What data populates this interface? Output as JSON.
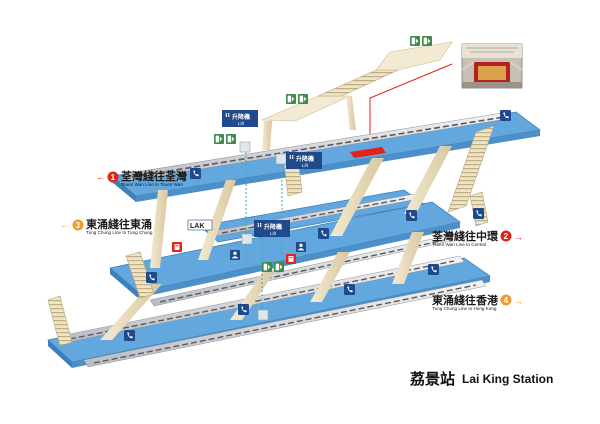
{
  "station_title": {
    "chinese": "荔景站",
    "english": "Lai King Station"
  },
  "direction_signs": {
    "tsuen_wan": {
      "number": "1",
      "chinese": "荃灣綫往荃灣",
      "english": "Tsuen Wan Line to Tsuen Wan",
      "color": "#e2231a"
    },
    "tung_chung": {
      "number": "3",
      "chinese": "東涌綫往東涌",
      "english": "Tung Chung Line to Tung Chung",
      "color": "#f39a2f"
    },
    "central": {
      "number": "2",
      "chinese": "荃灣綫往中環",
      "english": "Tsuen Wan Line to Central",
      "color": "#e2231a"
    },
    "hong_kong": {
      "number": "4",
      "chinese": "東涌綫往香港",
      "english": "Tung Chung Line to Hong Kong",
      "color": "#f39a2f"
    }
  },
  "lift_label": {
    "chinese": "升降機",
    "english": "Lift"
  },
  "exit_code": "LAK",
  "colors": {
    "platform": "#62a8df",
    "platform_edge": "#3f7fb8",
    "structure": "#e9dcb8",
    "sign_blue": "#1f4a8c",
    "exit_green": "#3f8c4a",
    "highlight_red": "#e2231a"
  },
  "icons": [
    "telephone-icon",
    "lift-icon",
    "exit-sign-icon",
    "escalator-icon",
    "ticket-machine-icon",
    "customer-service-icon"
  ]
}
